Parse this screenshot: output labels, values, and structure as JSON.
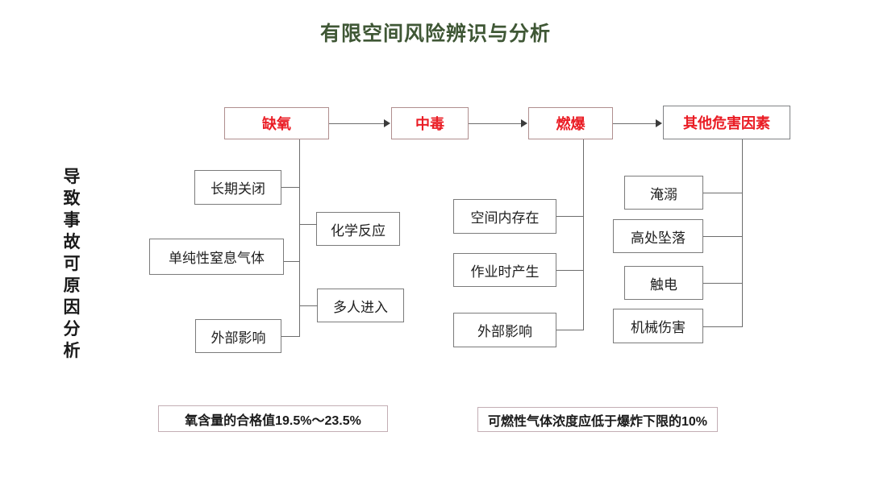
{
  "title": "有限空间风险辨识与分析",
  "side_label": {
    "text": "导致事故可原因分析",
    "chars": [
      "导",
      "致",
      "事",
      "故",
      "可",
      "原",
      "因",
      "分",
      "析"
    ]
  },
  "top_row": [
    {
      "label": "缺氧",
      "color": "#ea1c24",
      "border": "#b08f8f"
    },
    {
      "label": "中毒",
      "color": "#ea1c24",
      "border": "#b08f8f"
    },
    {
      "label": "燃爆",
      "color": "#ea1c24",
      "border": "#b08f8f"
    },
    {
      "label": "其他危害因素",
      "color": "#ea1c24",
      "border": "#808285"
    }
  ],
  "columns": {
    "oxygen_deficiency": {
      "parent": "缺氧",
      "left_causes": [
        "长期关闭",
        "单纯性窒息气体",
        "外部影响"
      ],
      "right_causes": [
        "化学反应",
        "多人进入"
      ]
    },
    "poisoning": {
      "parent": "中毒",
      "causes": [
        "空间内存在",
        "作业时产生",
        "外部影响"
      ]
    },
    "other_hazards": {
      "parent": "其他危害因素",
      "causes": [
        "淹溺",
        "高处坠落",
        "触电",
        "机械伤害"
      ]
    }
  },
  "notes": [
    {
      "text": "氧含量的合格值19.5%～23.5%"
    },
    {
      "text": "可燃性气体浓度应低于爆炸下限的10%"
    }
  ],
  "theme": {
    "title_color": "#3f5735",
    "accent_red": "#ea1c24",
    "box_border": "#7b7b7b",
    "note_border": "#c3aeb4",
    "line_color": "#6d6d6d",
    "background": "#ffffff"
  }
}
